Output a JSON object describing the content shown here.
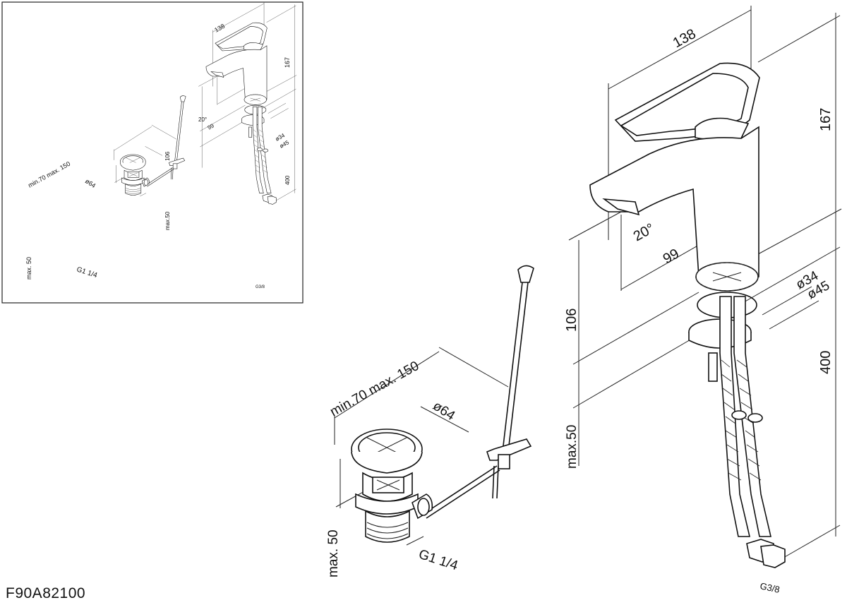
{
  "model_code": "F90A82100",
  "faucet": {
    "width_label": "138",
    "height_label": "167",
    "spout_angle_label": "20°",
    "reach_label": "99",
    "base_diameter_label": "ø34",
    "flange_diameter_label": "ø45",
    "deck_height_label": "106",
    "hose_length_label": "400",
    "max_deck_label": "max.50",
    "hose_thread_label": "G3/8"
  },
  "drain": {
    "rod_length_label": "min.70 max. 150",
    "diameter_label": "ø64",
    "max_height_label": "max. 50",
    "thread_label": "G1 1/4"
  }
}
